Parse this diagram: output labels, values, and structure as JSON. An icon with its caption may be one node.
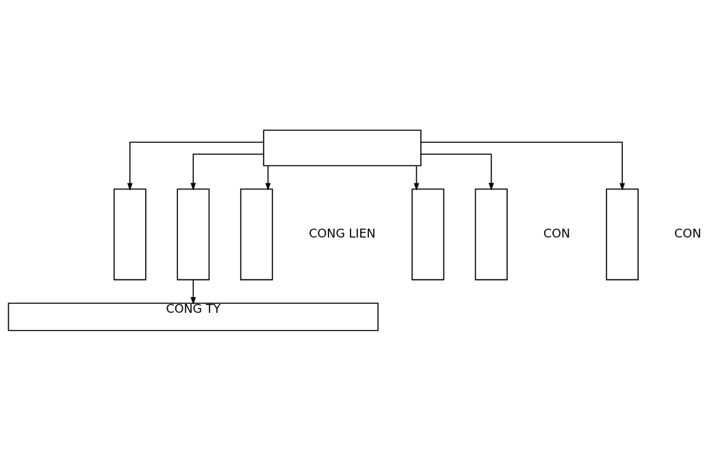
{
  "diagram": {
    "nodes": [
      {
        "text": [],
        "shape": "box"
      },
      {
        "text": [],
        "shape": "box"
      },
      {
        "text": [],
        "shape": "box"
      },
      {
        "text": [],
        "shape": "box"
      },
      {
        "text": [],
        "shape": "box"
      },
      {
        "text": [],
        "shape": "box"
      },
      {
        "text": [],
        "shape": "box"
      },
      {
        "text": [
          "CONG TY"
        ]
      }
    ],
    "edges": [
      {
        "from": 0,
        "to": 1,
        "arrow": "to"
      },
      {
        "from": 0,
        "to": 2,
        "arrow": "to"
      },
      {
        "from": 0,
        "to": 3,
        "arrow": "to"
      },
      {
        "from": 0,
        "to": 4,
        "arrow": "to"
      },
      {
        "from": 0,
        "to": 5,
        "arrow": "to"
      },
      {
        "from": 0,
        "to": 6,
        "arrow": "to"
      },
      {
        "from": 2,
        "to": 7,
        "arrow": "to"
      }
    ],
    "labels": [
      "CONG LIEN",
      "CON",
      "CON"
    ]
  }
}
